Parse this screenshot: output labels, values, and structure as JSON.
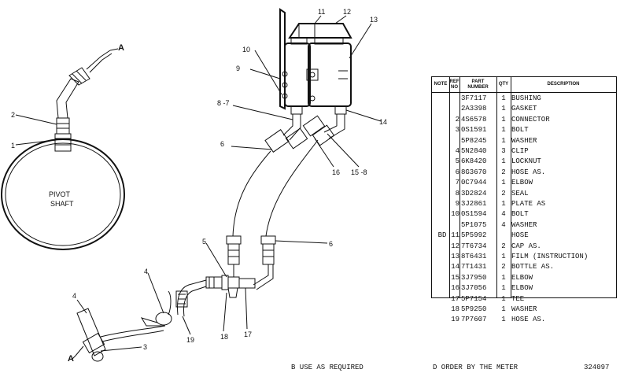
{
  "callouts": {
    "c1": "1",
    "c2": "2",
    "c3": "3",
    "c4a": "4",
    "c4b": "4",
    "c5": "5",
    "c6a": "6",
    "c6b": "6",
    "c87": "8 -7",
    "c9": "9",
    "c10": "10",
    "c11": "11",
    "c12": "12",
    "c13": "13",
    "c14": "14",
    "c158": "15 -8",
    "c16": "16",
    "c17": "17",
    "c18": "18",
    "c19": "19",
    "ca1": "A",
    "ca2": "A"
  },
  "pivot_label": [
    "PIVOT",
    "SHAFT"
  ],
  "table": {
    "headers": {
      "note": "NOTE",
      "ref": [
        "REF",
        "NO"
      ],
      "part": [
        "PART",
        "NUMBER"
      ],
      "qty": "QTY",
      "desc": "DESCRIPTION"
    },
    "rows": [
      {
        "note": "",
        "ref": "",
        "part": "3F7117",
        "qty": "1",
        "desc": "BUSHING"
      },
      {
        "note": "",
        "ref": "",
        "part": "2A3398",
        "qty": "1",
        "desc": "GASKET"
      },
      {
        "note": "",
        "ref": "2",
        "part": "4S6578",
        "qty": "1",
        "desc": "CONNECTOR"
      },
      {
        "note": "",
        "ref": "3",
        "part": "0S1591",
        "qty": "1",
        "desc": "BOLT"
      },
      {
        "note": "",
        "ref": "",
        "part": "5P8245",
        "qty": "1",
        "desc": "WASHER"
      },
      {
        "note": "",
        "ref": "4",
        "part": "5N2840",
        "qty": "3",
        "desc": "CLIP"
      },
      {
        "note": "",
        "ref": "5",
        "part": "6K8420",
        "qty": "1",
        "desc": "LOCKNUT"
      },
      {
        "note": "",
        "ref": "6",
        "part": "8G3670",
        "qty": "2",
        "desc": "HOSE AS."
      },
      {
        "note": "",
        "ref": "7",
        "part": "0C7944",
        "qty": "1",
        "desc": "ELBOW"
      },
      {
        "note": "",
        "ref": "8",
        "part": "3D2824",
        "qty": "2",
        "desc": "SEAL"
      },
      {
        "note": "",
        "ref": "9",
        "part": "3J2861",
        "qty": "1",
        "desc": "PLATE AS"
      },
      {
        "note": "",
        "ref": "10",
        "part": "0S1594",
        "qty": "4",
        "desc": "BOLT"
      },
      {
        "note": "",
        "ref": "",
        "part": "5P1075",
        "qty": "4",
        "desc": "WASHER"
      },
      {
        "note": "BD",
        "ref": "11",
        "part": "5P5992",
        "qty": "",
        "desc": "HOSE"
      },
      {
        "note": "",
        "ref": "12",
        "part": "7T6734",
        "qty": "2",
        "desc": "CAP AS."
      },
      {
        "note": "",
        "ref": "13",
        "part": "8T6431",
        "qty": "1",
        "desc": "FILM (INSTRUCTION)"
      },
      {
        "note": "",
        "ref": "14",
        "part": "7T1431",
        "qty": "2",
        "desc": "BOTTLE AS."
      },
      {
        "note": "",
        "ref": "15",
        "part": "3J7950",
        "qty": "1",
        "desc": "ELBOW"
      },
      {
        "note": "",
        "ref": "16",
        "part": "3J7056",
        "qty": "1",
        "desc": "ELBOW"
      },
      {
        "note": "",
        "ref": "17",
        "part": "5P7154",
        "qty": "1",
        "desc": "TEE"
      },
      {
        "note": "",
        "ref": "18",
        "part": "5P9250",
        "qty": "1",
        "desc": "WASHER"
      },
      {
        "note": "",
        "ref": "19",
        "part": "7P7607",
        "qty": "1",
        "desc": "HOSE AS."
      }
    ]
  },
  "footnotes": {
    "b": "B  USE AS REQUIRED",
    "d": "D  ORDER BY THE METER",
    "code": "324097"
  }
}
